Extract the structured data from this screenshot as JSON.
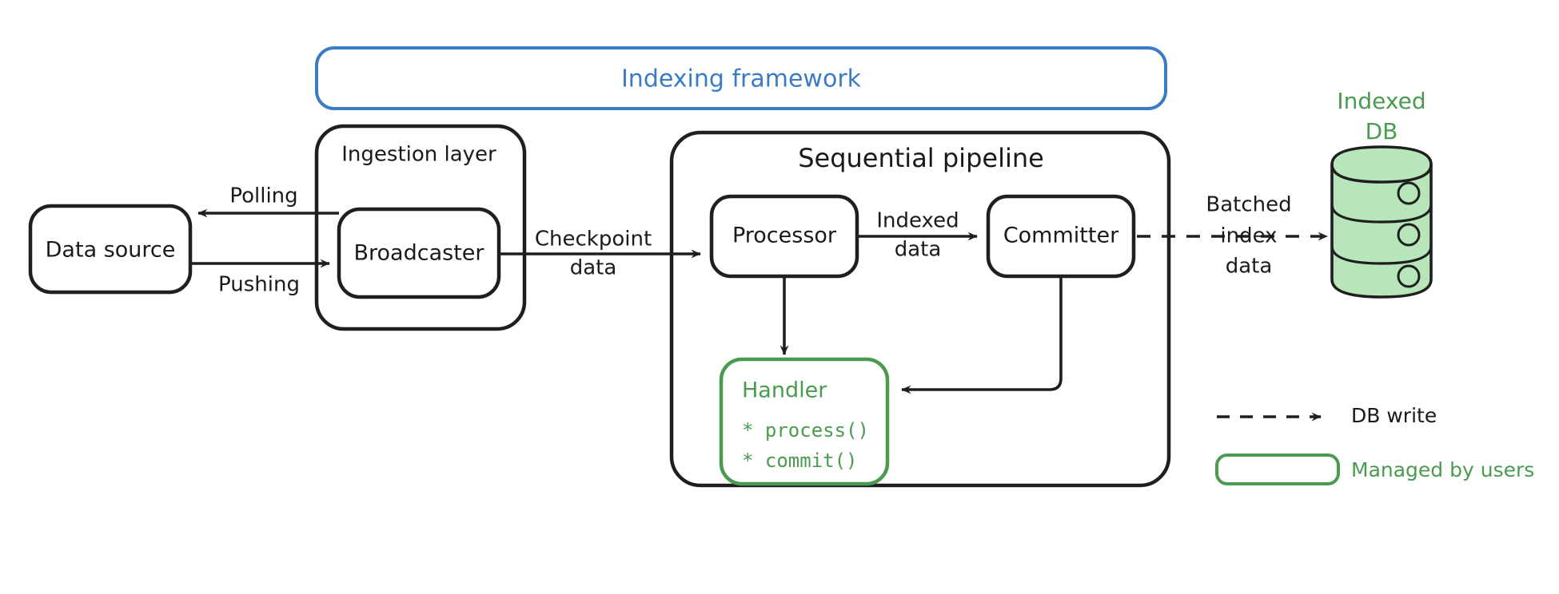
{
  "framework": {
    "title": "Indexing framework",
    "color": "#3b7bc4"
  },
  "colors": {
    "stroke_dark": "#1f1f1f",
    "green": "#4a9b4f",
    "green_fill": "#b6e6b9",
    "blue": "#3b7bc4",
    "text_dark": "#1a1a1a"
  },
  "nodes": {
    "data_source": {
      "label": "Data source"
    },
    "ingestion_layer": {
      "label": "Ingestion layer"
    },
    "broadcaster": {
      "label": "Broadcaster"
    },
    "sequential_pipeline": {
      "label": "Sequential pipeline"
    },
    "processor": {
      "label": "Processor"
    },
    "committer": {
      "label": "Committer"
    },
    "handler": {
      "title": "Handler",
      "methods": [
        "* process()",
        "* commit()"
      ]
    },
    "indexed_db": {
      "label_line1": "Indexed",
      "label_line2": "DB"
    }
  },
  "edges": {
    "polling": {
      "label": "Polling"
    },
    "pushing": {
      "label": "Pushing"
    },
    "checkpoint": {
      "line1": "Checkpoint",
      "line2": "data"
    },
    "indexed_data": {
      "line1": "Indexed",
      "line2": "data"
    },
    "batched": {
      "line1": "Batched",
      "line2": "index",
      "line3": "data"
    }
  },
  "legend": {
    "items": [
      {
        "label": "DB write",
        "kind": "dashed-arrow"
      },
      {
        "label": "Managed by users",
        "kind": "green-box"
      }
    ]
  }
}
